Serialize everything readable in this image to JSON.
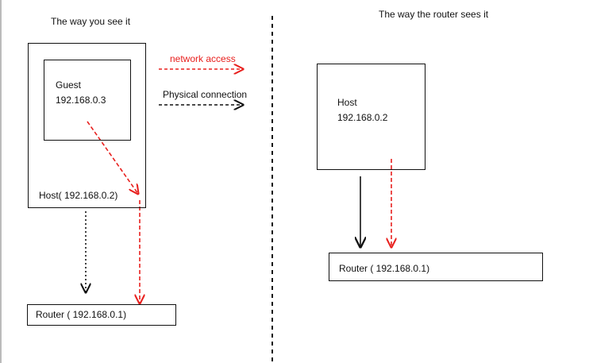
{
  "left_panel": {
    "title": "The way you see it",
    "guest_box": {
      "name": "Guest",
      "ip": "192.168.0.3"
    },
    "host_label": "Host( 192.168.0.2)",
    "router_label": "Router ( 192.168.0.1)"
  },
  "legend": {
    "network_access": "network access",
    "physical_connection": "Physical connection"
  },
  "right_panel": {
    "title": "The way the router sees it",
    "host_box": {
      "name": "Host",
      "ip": "192.168.0.2"
    },
    "router_label": "Router ( 192.168.0.1)"
  },
  "colors": {
    "network": "#e8201e",
    "physical": "#111111",
    "outline": "#111111"
  }
}
